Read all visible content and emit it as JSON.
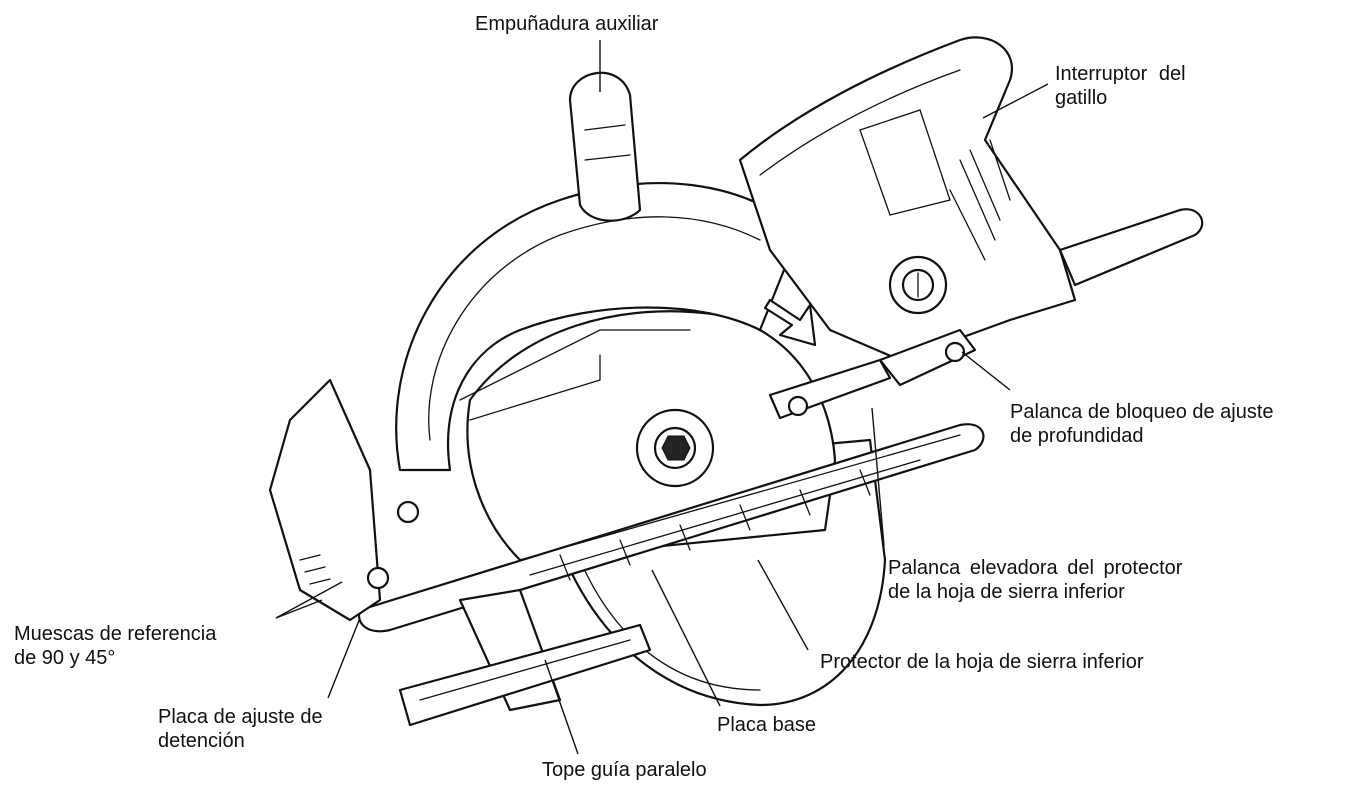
{
  "labels": {
    "aux_handle": "Empuñadura auxiliar",
    "trigger": [
      "Interruptor del",
      "gatillo"
    ],
    "depth_lock": [
      "Palanca de bloqueo de ajuste",
      "de profundidad"
    ],
    "guard_lever": [
      "Palanca elevadora del protector",
      "de la hoja de sierra inferior"
    ],
    "lower_guard": "Protector de la hoja de sierra inferior",
    "notches": [
      "Muescas de referencia",
      "de 90 y 45°"
    ],
    "stop_plate": [
      "Placa de ajuste de",
      "detención"
    ],
    "base_plate": "Placa base",
    "rip_fence": "Tope guía paralelo"
  }
}
